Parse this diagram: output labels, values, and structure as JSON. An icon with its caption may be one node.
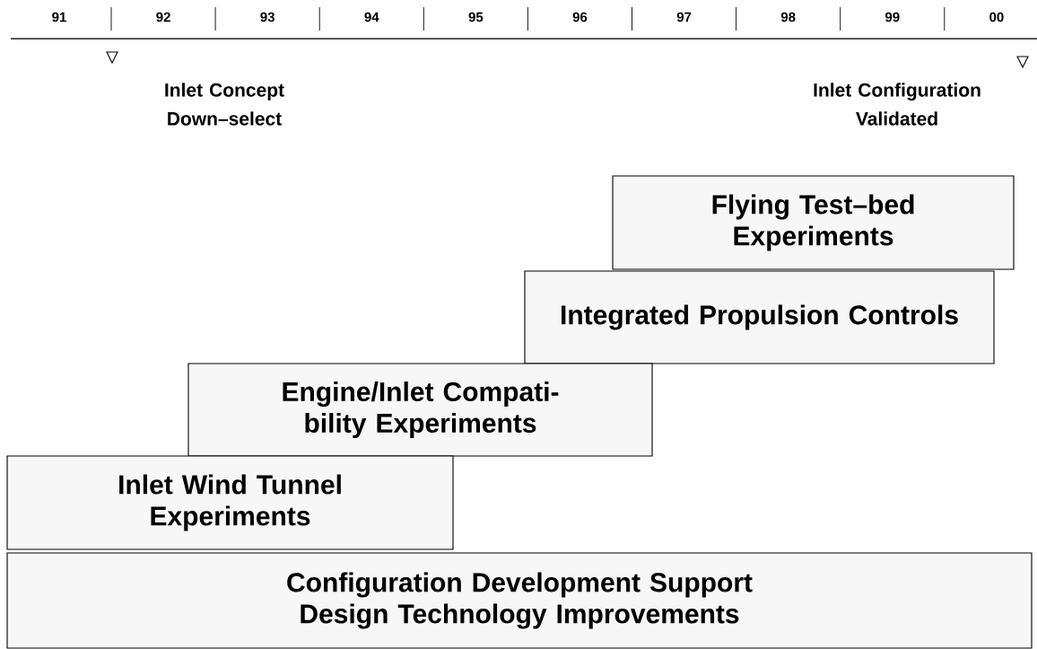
{
  "diagram": {
    "nodes": [
      {
        "text": [
          "Flying Test–bed Experiments"
        ]
      },
      {
        "text": [
          "Integrated Propulsion Controls"
        ]
      },
      {
        "text": [
          "Engine/Inlet Compati- bility Experiments"
        ]
      },
      {
        "text": [
          "Inlet Wind Tunnel Experiments"
        ]
      },
      {
        "text": [
          "Configuration Development Support",
          "Design Technology Improvements"
        ]
      }
    ],
    "labels": [
      "91",
      "92",
      "93",
      "94",
      "95",
      "96",
      "97",
      "98",
      "99",
      "00",
      "Inlet Concept Down–select",
      "Inlet Configuration Validated"
    ]
  }
}
